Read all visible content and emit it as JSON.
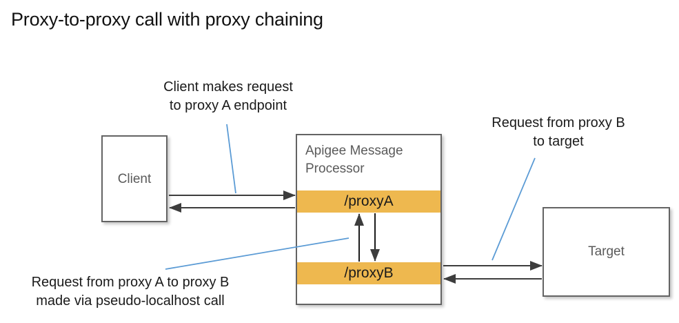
{
  "diagram": {
    "title": "Proxy-to-proxy call with proxy chaining",
    "nodes": {
      "client": {
        "label": "Client"
      },
      "message_processor": {
        "label": "Apigee Message\nProcessor"
      },
      "proxy_a": {
        "label": "/proxyA"
      },
      "proxy_b": {
        "label": "/proxyB"
      },
      "target": {
        "label": "Target"
      }
    },
    "annotations": {
      "client_request": "Client makes request\nto proxy A endpoint",
      "proxy_b_to_target": "Request from proxy B\nto target",
      "proxy_chain": "Request from proxy A to proxy B\nmade via pseudo-localhost call"
    },
    "colors": {
      "proxy_bar": "#eeb84f",
      "box_border": "#636363",
      "box_fill": "#ffffff",
      "arrow": "#3d3d3d",
      "connector_line": "#5b9bd5",
      "title_text": "#111111",
      "node_text": "#5a5a5a"
    }
  }
}
